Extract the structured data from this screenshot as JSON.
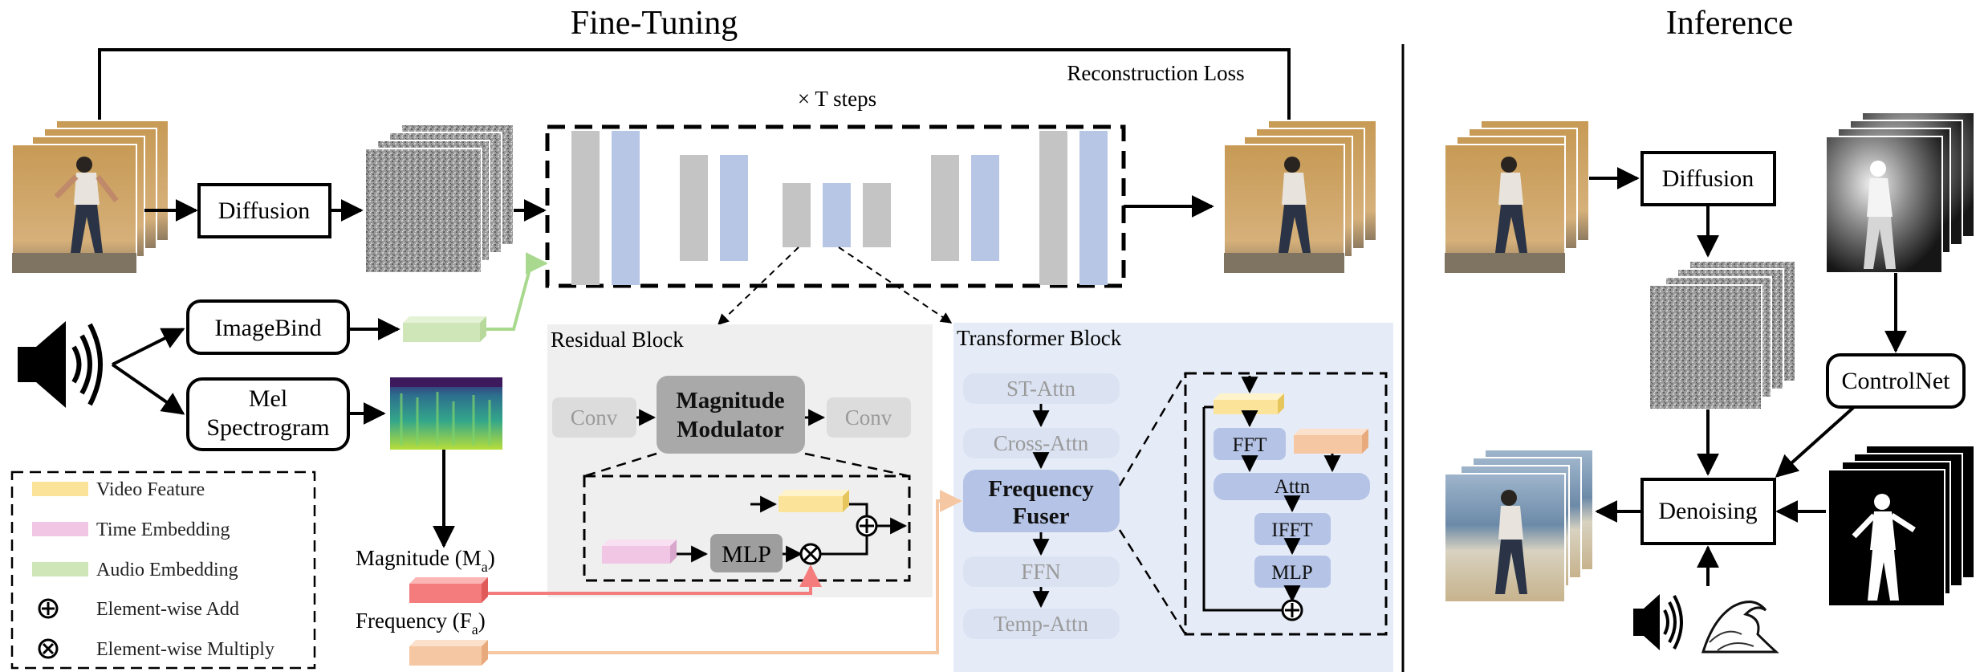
{
  "titles": {
    "finetune": "Fine-Tuning",
    "inference": "Inference"
  },
  "loss_label": "Reconstruction Loss",
  "steps_label": "× T steps",
  "boxes": {
    "diffusion": "Diffusion",
    "imagebind": "ImageBind",
    "mel_line1": "Mel",
    "mel_line2": "Spectrogram",
    "inf_diffusion": "Diffusion",
    "controlnet": "ControlNet",
    "denoising": "Denoising"
  },
  "residual": {
    "title": "Residual Block",
    "conv_left": "Conv",
    "modulator_line1": "Magnitude",
    "modulator_line2": "Modulator",
    "conv_right": "Conv",
    "mlp": "MLP"
  },
  "transformer": {
    "title": "Transformer Block",
    "st_attn": "ST-Attn",
    "cross_attn": "Cross-Attn",
    "fuser_line1": "Frequency",
    "fuser_line2": "Fuser",
    "ffn": "FFN",
    "temp_attn": "Temp-Attn",
    "fft": "FFT",
    "attn": "Attn",
    "ifft": "IFFT",
    "mlp": "MLP"
  },
  "features": {
    "magnitude": "Magnitude (",
    "magnitude_sym": "M",
    "magnitude_sub": "a",
    "frequency": "Frequency (",
    "frequency_sym": "F",
    "frequency_sub": "a"
  },
  "legend": {
    "items": [
      {
        "label": "Video Feature",
        "color": "#fbe49a"
      },
      {
        "label": "Time Embedding",
        "color": "#f1c6e4"
      },
      {
        "label": "Audio Embedding",
        "color": "#cfe6b8"
      },
      {
        "label": "Element-wise Add",
        "symbol": "plus-circle-icon"
      },
      {
        "label": "Element-wise Multiply",
        "symbol": "times-circle-icon"
      }
    ]
  },
  "colors": {
    "unet_gray": "#c4c4c4",
    "unet_blue": "#b8c6e6",
    "residual_bg": "#efefef",
    "transformer_bg": "#e6ecf7",
    "block_blue": "#c3d0ec",
    "block_light": "#dbe3f3",
    "magnitude": "#f47c7c",
    "frequency": "#f6c7a3",
    "audio_arrow": "#a9d98e"
  }
}
